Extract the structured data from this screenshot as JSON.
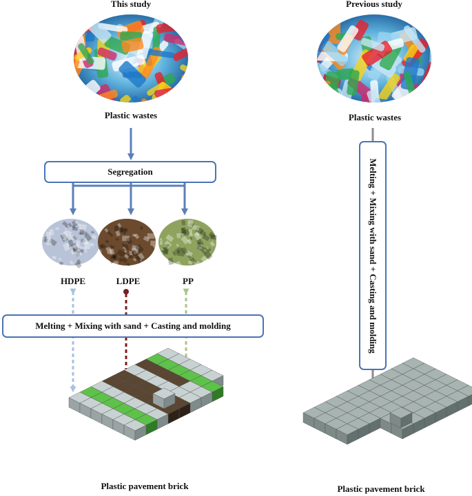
{
  "left": {
    "heading": "This study",
    "source_label": "Plastic wastes",
    "segregation_label": "Segregation",
    "plastics": [
      {
        "label": "HDPE",
        "color": "#b9c3d8",
        "line_color": "#a7c1e0"
      },
      {
        "label": "LDPE",
        "color": "#6b4a2e",
        "line_color": "#7a1e1e"
      },
      {
        "label": "PP",
        "color": "#8fa35e",
        "line_color": "#a9c489"
      }
    ],
    "process_label": "Melting + Mixing with sand + Casting and molding",
    "output_label": "Plastic pavement brick"
  },
  "right": {
    "heading": "Previous study",
    "source_label": "Plastic wastes",
    "process_label": "Melting + Mixing with sand + Casting and molding",
    "output_label": "Plastic pavement brick"
  },
  "colors": {
    "box_border": "#4a73b5",
    "arrow_blue": "#5b7fb8",
    "arrow_gray": "#8c8c8c"
  }
}
